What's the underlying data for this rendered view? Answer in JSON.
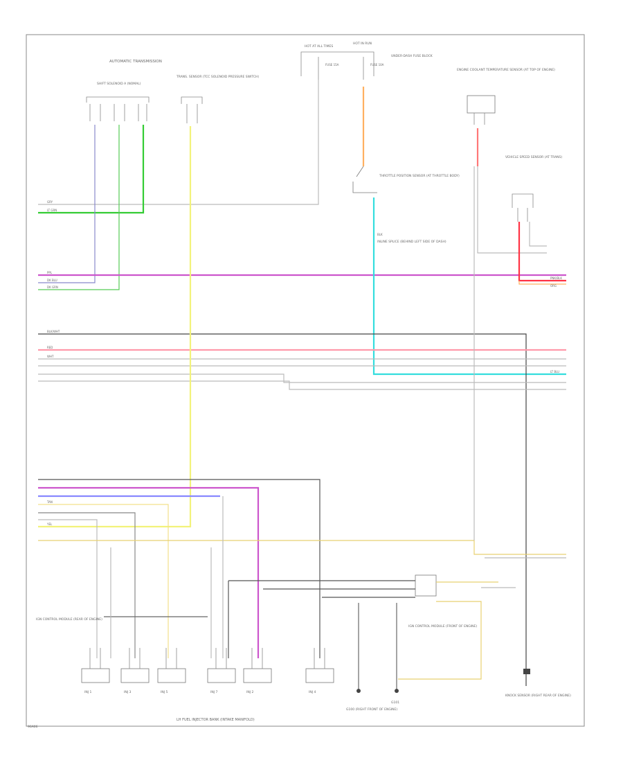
{
  "diagram": {
    "colors": {
      "frame": "#888888",
      "gray": "#bbbbbb",
      "dark": "#444444",
      "green": "#33cc33",
      "purple": "#cc55cc",
      "violet": "#8888ff",
      "yellow": "#f2f27a",
      "orange": "#ffb060",
      "pink": "#ff7777",
      "red": "#ff3344",
      "cyan": "#33dddd",
      "ltgreen": "#99dd99"
    },
    "title_auto_trans": "AUTOMATIC TRANSMISSION",
    "bottom_left_code": "96A06",
    "components": {
      "shift_solenoid": "SHIFT SOLENOID A (NOMAL)",
      "trans_sensor": "TRANS. SENSOR (TCC SOLENOID PRESSURE SWITCH)",
      "hot_fuse": "HOT AT ALL TIMES",
      "hot_run": "HOT IN RUN",
      "fuse_a": "FUSE 15A",
      "fuse_b": "FUSE 10A",
      "under_dash": "UNDER-DASH FUSE BLOCK",
      "throttle_sensor": "THROTTLE POSITION SENSOR (AT THROTTLE BODY)",
      "coolant_sensor": "ENGINE COOLANT TEMPERATURE SENSOR (AT TOP OF ENGINE)",
      "vss": "VEHICLE SPEED SENSOR (AT TRANS)",
      "ecm_left": "IGN CONTROL MODULE (REAR OF ENGINE)",
      "ecm_right": "IGN CONTROL MODULE (FRONT OF ENGINE)",
      "splice": "INLINE SPLICE (BEHIND LEFT SIDE OF DASH)",
      "ground_a": "G100 (RIGHT FRONT OF ENGINE)",
      "ground_b": "G101",
      "knock_sensor": "KNOCK SENSOR (RIGHT REAR OF ENGINE)",
      "injector_bank": "LH FUEL INJECTOR BANK (INTAKE MANIFOLD)",
      "injectors": [
        "INJ 1",
        "INJ 3",
        "INJ 5",
        "INJ 7",
        "INJ 2",
        "INJ 4"
      ]
    },
    "wire_labels": {
      "gry": "GRY",
      "org": "ORG",
      "pnk_blk": "PNK/BLK",
      "lt_grn": "LT GRN",
      "dk_blu": "DK BLU",
      "blk_wht": "BLK/WHT",
      "tan": "TAN",
      "yel": "YEL",
      "ppl": "PPL",
      "red": "RED",
      "lt_blu": "LT BLU",
      "blk": "BLK",
      "wht": "WHT",
      "dk_grn": "DK GRN"
    }
  }
}
